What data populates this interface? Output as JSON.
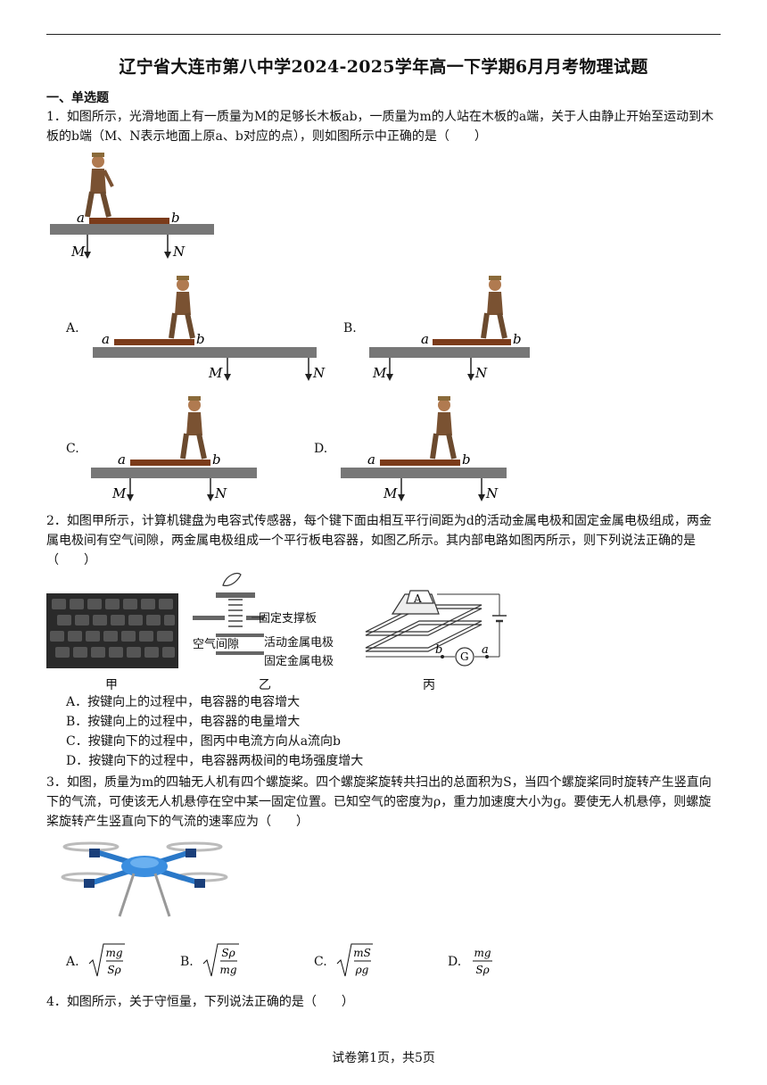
{
  "header": {
    "title": "辽宁省大连市第八中学2024-2025学年高一下学期6月月考物理试题"
  },
  "section_title": "一、单选题",
  "q1": {
    "text": "1．如图所示，光滑地面上有一质量为M的足够长木板ab，一质量为m的人站在木板的a端，关于人由静止开始至运动到木板的b端（M、N表示地面上原a、b对应的点），则如图所示中正确的是（　　）",
    "figure_labels": {
      "a": "a",
      "b": "b",
      "M": "M",
      "N": "N"
    },
    "options": [
      {
        "label": "A."
      },
      {
        "label": "B."
      },
      {
        "label": "C."
      },
      {
        "label": "D."
      }
    ]
  },
  "q2": {
    "text": "2．如图甲所示，计算机键盘为电容式传感器，每个键下面由相互平行间距为d的活动金属电极和固定金属电极组成，两金属电极间有空气间隙，两金属电极组成一个平行板电容器，如图乙所示。其内部电路如图丙所示，则下列说法正确的是（　　）",
    "figure_captions": {
      "jia": "甲",
      "yi": "乙",
      "bing": "丙"
    },
    "diagram_labels": {
      "support": "固定支撑板",
      "gap": "空气间隙",
      "moving": "活动金属电极",
      "fixed": "固定金属电极",
      "key": "A",
      "meter": "G",
      "b": "b",
      "a": "a"
    },
    "options": [
      "A．按键向上的过程中，电容器的电容增大",
      "B．按键向上的过程中，电容器的电量增大",
      "C．按键向下的过程中，图丙中电流方向从a流向b",
      "D．按键向下的过程中，电容器两极间的电场强度增大"
    ]
  },
  "q3": {
    "text": "3．如图，质量为m的四轴无人机有四个螺旋桨。四个螺旋桨旋转共扫出的总面积为S，当四个螺旋桨同时旋转产生竖直向下的气流，可使该无人机悬停在空中某一固定位置。已知空气的密度为ρ，重力加速度大小为g。要使无人机悬停，则螺旋桨旋转产生竖直向下的气流的速率应为（　　）",
    "options": [
      {
        "label": "A.",
        "num": "mg",
        "den": "Sρ",
        "sqrt": true
      },
      {
        "label": "B.",
        "num": "Sρ",
        "den": "mg",
        "sqrt": true
      },
      {
        "label": "C.",
        "num": "mS",
        "den": "ρg",
        "sqrt": true
      },
      {
        "label": "D.",
        "num": "mg",
        "den": "Sρ",
        "sqrt": false
      }
    ]
  },
  "q4": {
    "text": "4．如图所示，关于守恒量，下列说法正确的是（　　）"
  },
  "footer": {
    "page": "试卷第1页，共5页"
  }
}
